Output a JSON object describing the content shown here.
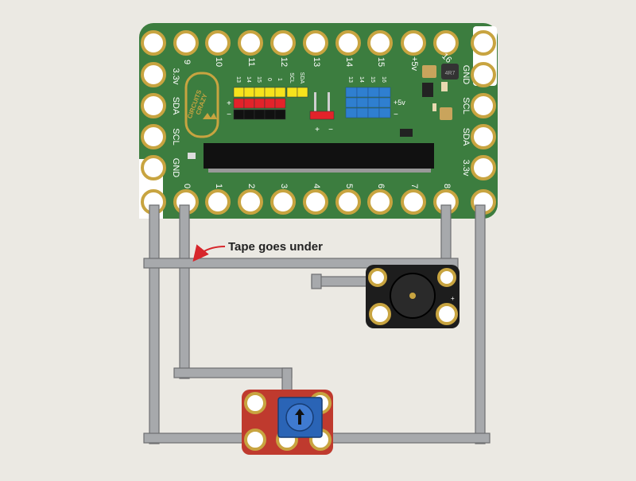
{
  "board": {
    "brand_line1": "CRAZY",
    "brand_line2": "CIRCUITS",
    "top_pins": [
      "9",
      "10",
      "11",
      "12",
      "13",
      "14",
      "15",
      "+5v",
      "16"
    ],
    "bottom_pins": [
      "0",
      "1",
      "2",
      "3",
      "4",
      "5",
      "6",
      "7",
      "8"
    ],
    "left_pins": [
      "3.3v",
      "SDA",
      "SCL",
      "GND"
    ],
    "right_pins": [
      "GND",
      "SCL",
      "SDA",
      "3.3v"
    ],
    "header_yellow_labels": [
      "13",
      "14",
      "15",
      "0",
      "1",
      "SCL",
      "SDA"
    ],
    "header_blue_labels": [
      "13",
      "14",
      "15",
      "16"
    ],
    "plus_label": "+",
    "minus_label": "−",
    "blue_power_label": "+5v",
    "blue_minus_label": "−",
    "power_plus": "+",
    "power_minus": "−",
    "inductor_label": "4R7"
  },
  "annotation": {
    "tape_label": "Tape goes under"
  },
  "buzzer": {
    "plus_mark": "+"
  },
  "colors": {
    "background": "#ebe9e3",
    "board_green": "#3c7d3f",
    "pad_gold": "#c8a440",
    "tape_gray": "#a7a9ac",
    "annotation_red": "#d7262b",
    "potentiometer_red": "#bf3a2e",
    "potentiometer_blue": "#2a64b6",
    "buzzer_black": "#1d1d1d"
  }
}
